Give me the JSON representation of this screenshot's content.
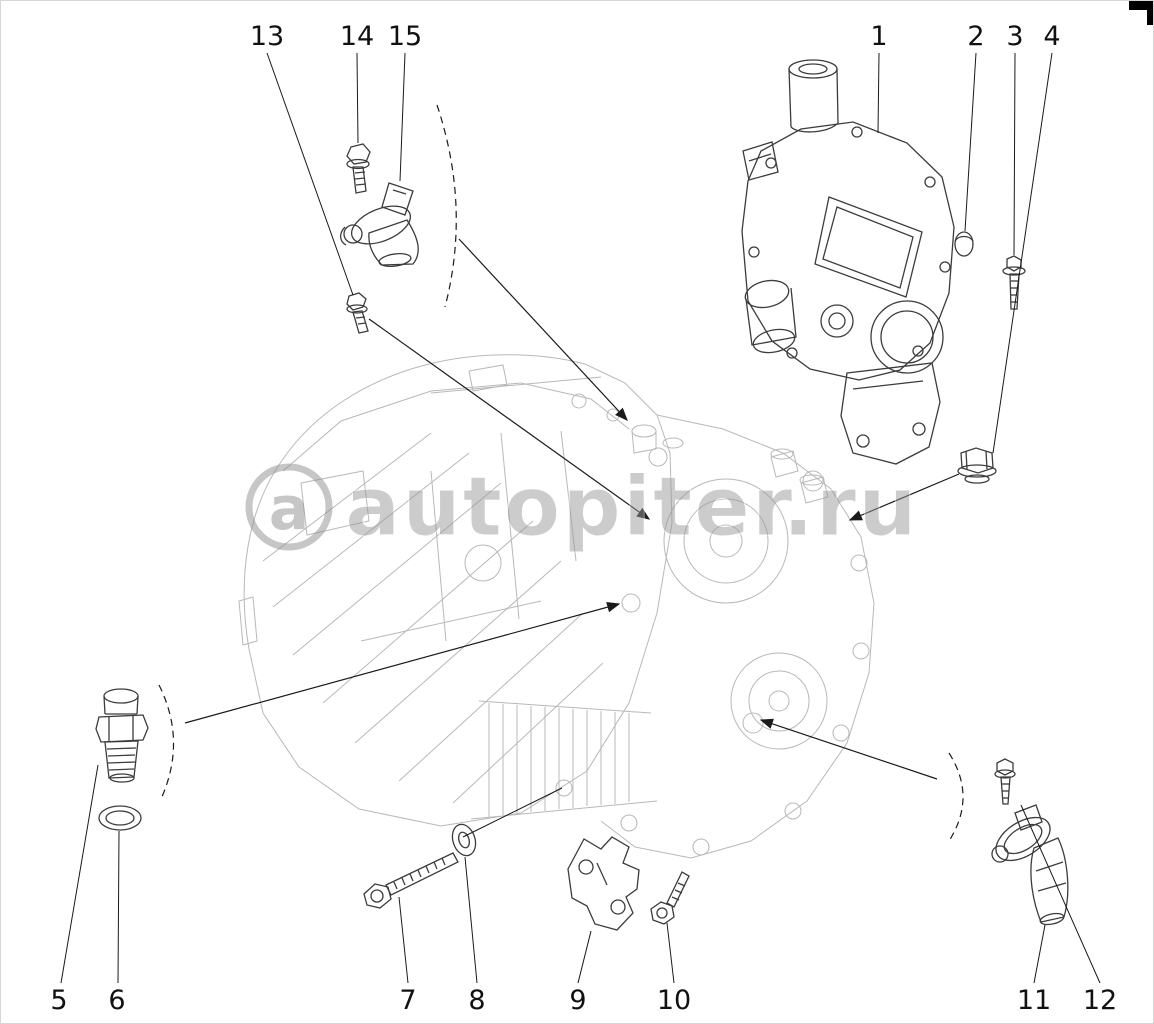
{
  "diagram": {
    "watermark": {
      "symbol": "a",
      "text": "autopiter.ru"
    },
    "callouts": {
      "c1": "1",
      "c2": "2",
      "c3": "3",
      "c4": "4",
      "c5": "5",
      "c6": "6",
      "c7": "7",
      "c8": "8",
      "c9": "9",
      "c10": "10",
      "c11": "11",
      "c12": "12",
      "c13": "13",
      "c14": "14",
      "c15": "15"
    }
  }
}
